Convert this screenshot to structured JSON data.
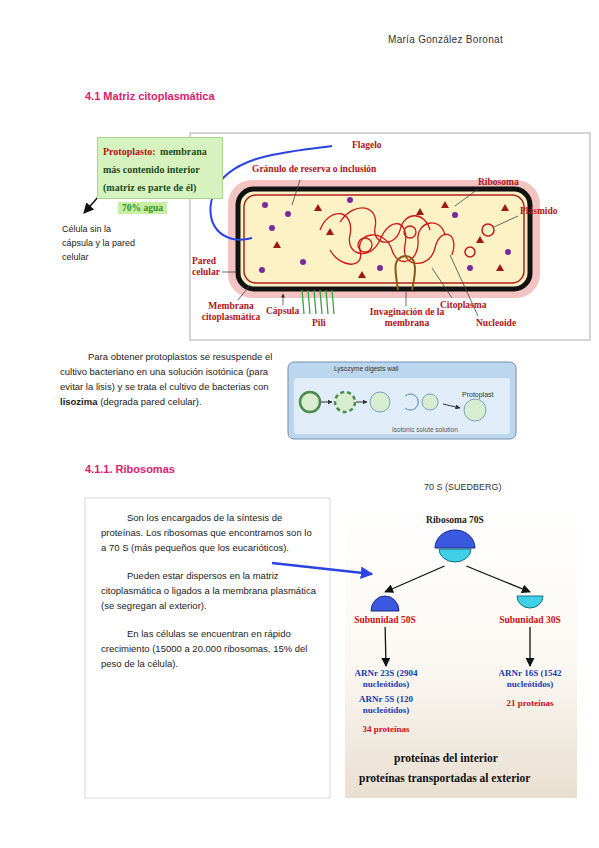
{
  "diagram": {
    "title": "4.1 Matriz citoplasmática",
    "nodes": [
      {
        "text": [
          "Protoplasto:",
          "membrana más contenido interior (matriz es parte de él)"
        ]
      },
      {
        "text": [
          "70% agua"
        ]
      },
      {
        "text": [
          "Son los encargados de la síntesis de proteínas. Los ribosomas que encontramos son lo a 70 S (más pequeños que los eucarióticos).",
          "Pueden estar dispersos en la matriz citoplasmática o ligados a la membrana plasmática (se segregan al exterior).",
          "En las células se encuentran en rápido crecimiento (15000 a 20.000 ribosomas, 15% del peso de la célula)."
        ]
      },
      {
        "text": [
          "Ribosoma 70S"
        ]
      },
      {
        "text": [
          "Subunidad 50S"
        ]
      },
      {
        "text": [
          "Subunidad 30S"
        ]
      },
      {
        "text": [
          "ARNr 23S (2904 nucleótidos)",
          "ARNr 5S (120 nucleótidos)",
          "34 proteínas"
        ]
      },
      {
        "text": [
          "ARNr 16S (1542 nucleótidos)",
          "21 proteínas"
        ]
      }
    ],
    "edges": [
      {
        "from": 3,
        "to": 4,
        "arrow": "to"
      },
      {
        "from": 3,
        "to": 5,
        "arrow": "to"
      },
      {
        "from": 4,
        "to": 6,
        "arrow": "to"
      },
      {
        "from": 5,
        "to": 7,
        "arrow": "to"
      }
    ],
    "labels": [
      "María González Boronat",
      "Célula sin la cápsula y la pared celular",
      "Flagelo",
      "Gránulo de reserva o inclusión",
      "Ribosoma",
      "Plásmido",
      "Pared celular",
      "Membrana citoplasmática",
      "Cápsula",
      "Pili",
      "Invaginación de la membrana",
      "Citoplasma",
      "Nucleoide",
      "Para obtener protoplastos se resuspende el cultivo bacteriano en una solución isotónica (para evitar la lisis) y se trata el cultivo de bacterias con",
      "lisozima",
      "(degrada pared celular).",
      "Lysozyme digests wall",
      "Protoplast",
      "Isotonic solute solution",
      "4.1.1. Ribosomas",
      "70 S (SUEDBERG)",
      "proteínas del interior",
      "proteínas transportadas al exterior"
    ]
  }
}
